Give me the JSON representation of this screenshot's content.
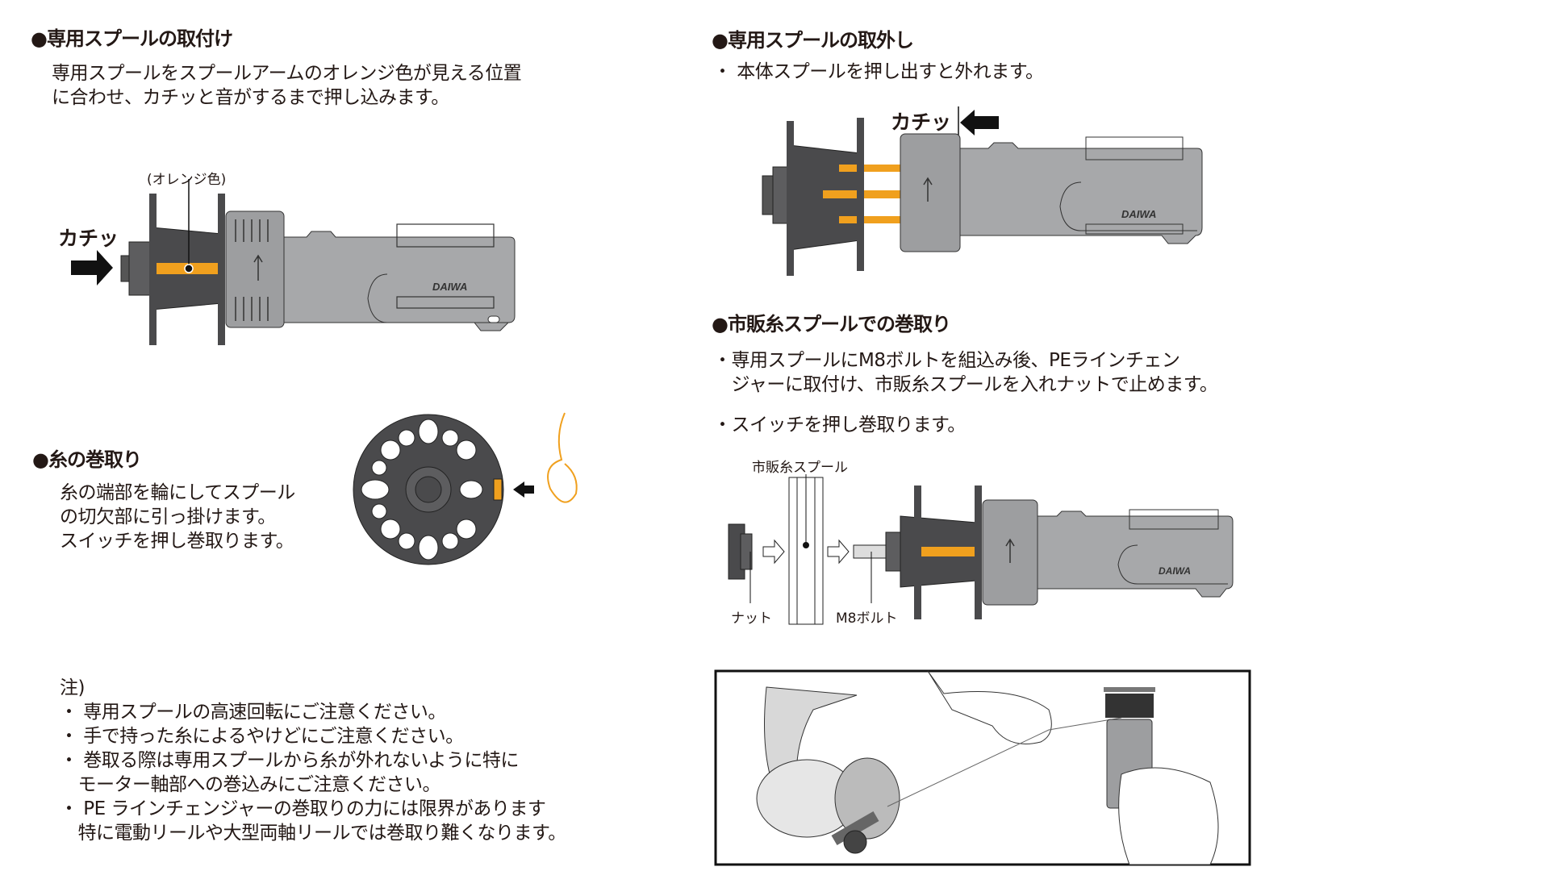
{
  "left": {
    "attach": {
      "heading": "●専用スプールの取付け",
      "lines": [
        "専用スプールをスプールアームのオレンジ色が見える位置",
        "に合わせ、カチッと音がするまで押し込みます。"
      ],
      "callout": "(オレンジ色)",
      "click": "カチッ"
    },
    "winding": {
      "heading": "●糸の巻取り",
      "lines": [
        "糸の端部を輪にしてスプール",
        "の切欠部に引っ掛けます。",
        "スイッチを押し巻取ります。"
      ]
    },
    "notes": {
      "title": "注)",
      "items": [
        [
          "・ 専用スプールの高速回転にご注意ください。"
        ],
        [
          "・ 手で持った糸によるやけどにご注意ください。"
        ],
        [
          "・ 巻取る際は専用スプールから糸が外れないように特に",
          "　モーター軸部への巻込みにご注意ください。"
        ],
        [
          "・ PE ラインチェンジャーの巻取りの力には限界があります",
          "　特に電動リールや大型両軸リールでは巻取り難くなります。"
        ]
      ]
    }
  },
  "right": {
    "remove": {
      "heading": "●専用スプールの取外し",
      "line": "・ 本体スプールを押し出すと外れます。",
      "click": "カチッ"
    },
    "commercial": {
      "heading": "●市販糸スプールでの巻取り",
      "lines": [
        "・専用スプールにM8ボルトを組込み後、PEラインチェン",
        "　ジャーに取付け、市販糸スプールを入れナットで止めます。"
      ],
      "line2": "・スイッチを押し巻取ります。",
      "label_spool": "市販糸スプール",
      "label_nut": "ナット",
      "label_bolt": "M8ボルト"
    }
  },
  "brand": "DAIWA",
  "colors": {
    "orange": "#f0a01e",
    "body": "#a7a8aa",
    "dark": "#4a4a4c",
    "text": "#231815"
  }
}
